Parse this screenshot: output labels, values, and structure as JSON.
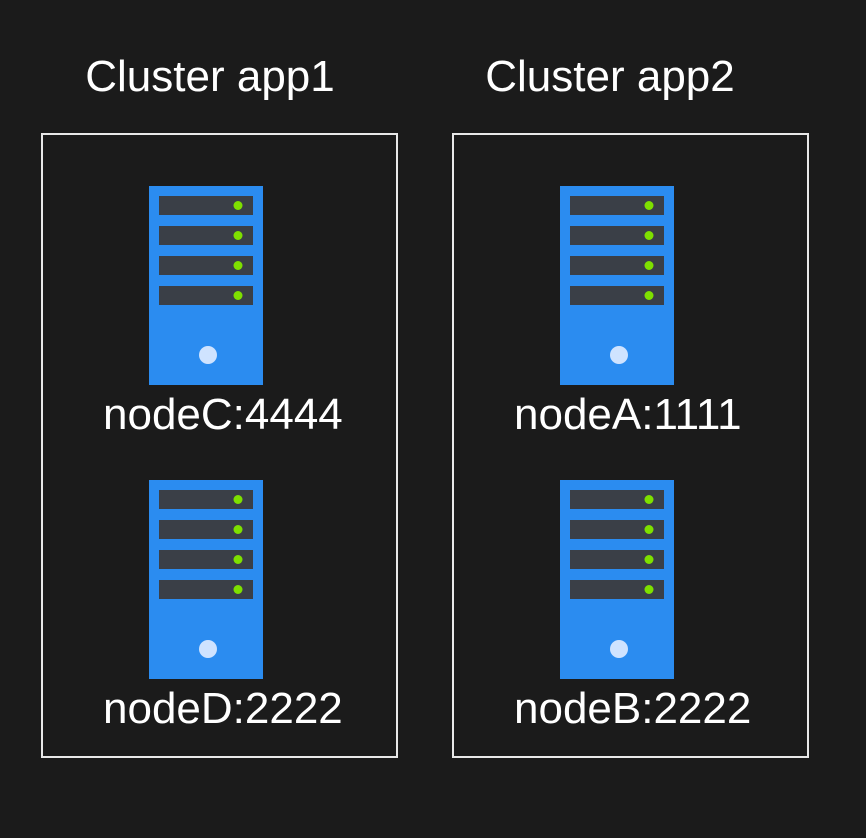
{
  "colors": {
    "background": "#1b1b1b",
    "server_body": "#2b8cf0",
    "server_slot": "#3a3f47",
    "server_led": "#7ee000",
    "power_button": "#cfe3ff",
    "box_border": "#e8e8e8"
  },
  "clusters": [
    {
      "title": "Cluster app1",
      "nodes": [
        {
          "label": "nodeC:4444",
          "icon": "server-icon"
        },
        {
          "label": "nodeD:2222",
          "icon": "server-icon"
        }
      ]
    },
    {
      "title": "Cluster app2",
      "nodes": [
        {
          "label": "nodeA:1111",
          "icon": "server-icon"
        },
        {
          "label": "nodeB:2222",
          "icon": "server-icon"
        }
      ]
    }
  ]
}
